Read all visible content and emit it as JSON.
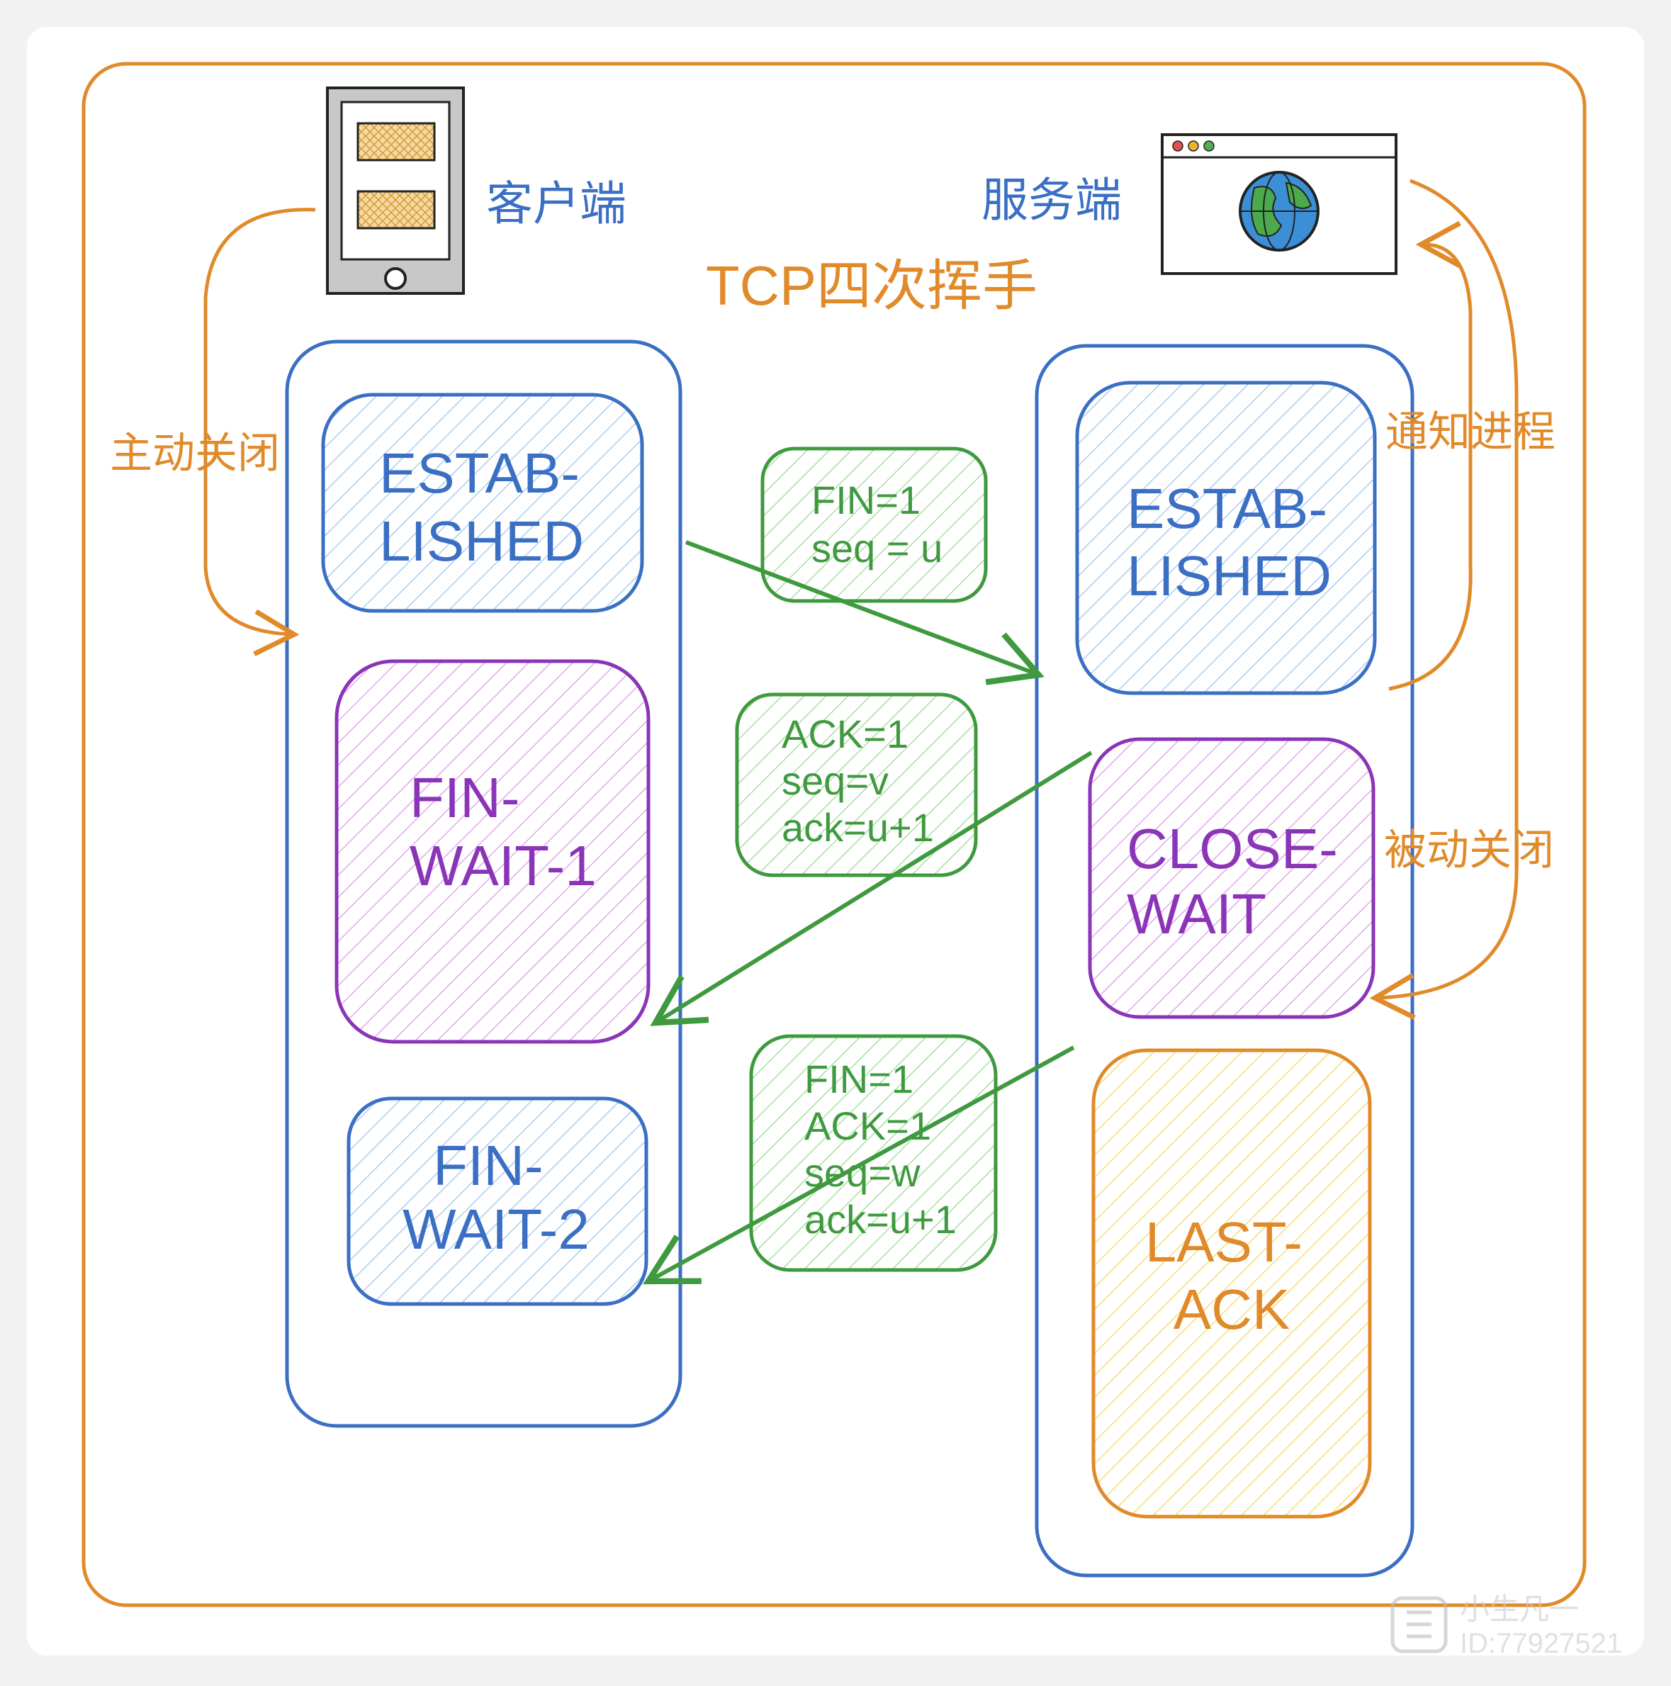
{
  "title": "TCP四次挥手",
  "client": {
    "label": "客户端"
  },
  "server": {
    "label": "服务端"
  },
  "client_states": [
    {
      "lines": [
        "ESTAB-",
        "LISHED"
      ]
    },
    {
      "lines": [
        "FIN-",
        "WAIT-1"
      ]
    },
    {
      "lines": [
        "FIN-",
        "WAIT-2"
      ]
    }
  ],
  "server_states": [
    {
      "lines": [
        "ESTAB-",
        "LISHED"
      ]
    },
    {
      "lines": [
        "CLOSE-",
        "WAIT"
      ]
    },
    {
      "lines": [
        "LAST-",
        "ACK"
      ]
    }
  ],
  "messages": [
    {
      "lines": [
        "FIN=1",
        "seq = u"
      ]
    },
    {
      "lines": [
        "ACK=1",
        "seq=v",
        "ack=u+1"
      ]
    },
    {
      "lines": [
        "FIN=1",
        "ACK=1",
        "seq=w",
        "ack=u+1"
      ]
    }
  ],
  "side_labels": {
    "active_close": "主动关闭",
    "notify_process": "通知进程",
    "passive_close": "被动关闭"
  },
  "watermark": {
    "name": "小生凡一",
    "id": "ID:77927521"
  },
  "colors": {
    "orange": "#e08a2a",
    "blue": "#3a6fc4",
    "purple": "#8a35b8",
    "green": "#3f9a3f",
    "blue_fill": "#a9cdf0",
    "purple_fill": "#e3a6ee",
    "green_fill": "#a6e0a0",
    "yellow_fill": "#f7dc74"
  }
}
